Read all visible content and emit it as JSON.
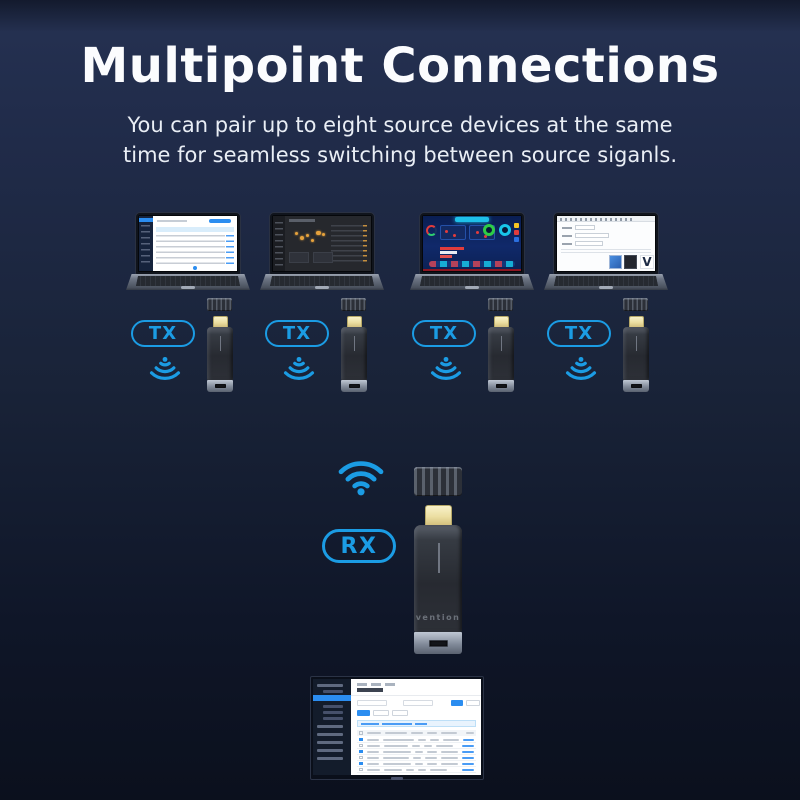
{
  "header": {
    "title": "Multipoint Connections",
    "subtitle_line1": "You can pair up to eight source devices at the same",
    "subtitle_line2": "time for seamless switching between source siganls."
  },
  "devices": {
    "transmitters": [
      {
        "label": "TX"
      },
      {
        "label": "TX"
      },
      {
        "label": "TX"
      },
      {
        "label": "TX"
      }
    ],
    "receiver": {
      "label": "RX",
      "brand": "vention"
    }
  },
  "laptop_screens": [
    {
      "name": "light-admin-table-dashboard"
    },
    {
      "name": "dark-map-analytics-dashboard"
    },
    {
      "name": "big-data-visualization-dashboard"
    },
    {
      "name": "document-editor-page",
      "logo": "V"
    }
  ],
  "monitor_screen": {
    "name": "admin-management-console"
  },
  "icons": {
    "wifi_tx": "wifi-signal-down-icon",
    "wifi_rx": "wifi-signal-up-icon"
  },
  "colors": {
    "accent_cyan": "#1b9ce4",
    "background_top": "#222e4d",
    "background_bottom": "#0b101d",
    "hdmi_connector_gold": "#ecdfa2",
    "ui_blue": "#2b8df0"
  }
}
